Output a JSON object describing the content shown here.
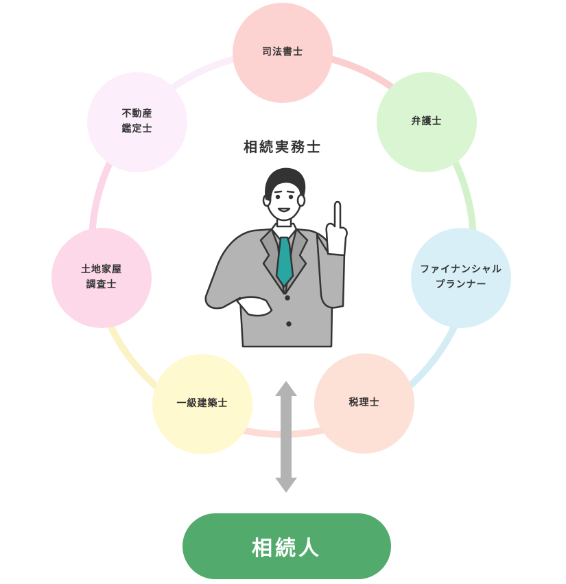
{
  "center_title": "相続実務士",
  "heir_label": "相続人",
  "colors": {
    "heir_pill": "#52ab6c",
    "arrow": "#b3b3b3",
    "text": "#333333",
    "suit": "#b4b4b4",
    "tie": "#2aa6a2",
    "outline": "#333333"
  },
  "nodes": [
    {
      "key": "judicial-scrivener",
      "lines": [
        "司法書士"
      ],
      "fill": "#fdd3d1",
      "ring": "#fbcfd0"
    },
    {
      "key": "lawyer",
      "lines": [
        "弁護士"
      ],
      "fill": "#d9f5d2",
      "ring": "#d3f2cb"
    },
    {
      "key": "financial-planner",
      "lines": [
        "ファイナンシャル",
        "プランナー"
      ],
      "fill": "#d8eff7",
      "ring": "#d4edf5"
    },
    {
      "key": "tax-accountant",
      "lines": [
        "税理士"
      ],
      "fill": "#fde0d6",
      "ring": "#fcdcd4"
    },
    {
      "key": "architect",
      "lines": [
        "一級建築士"
      ],
      "fill": "#fef9cf",
      "ring": "#fbf3c5"
    },
    {
      "key": "land-surveyor",
      "lines": [
        "土地家屋",
        "調査士"
      ],
      "fill": "#fdd8e8",
      "ring": "#fbd6e8"
    },
    {
      "key": "real-estate-appraiser",
      "lines": [
        "不動産",
        "鑑定士"
      ],
      "fill": "#fdeefb",
      "ring": "#fbeefb"
    }
  ]
}
